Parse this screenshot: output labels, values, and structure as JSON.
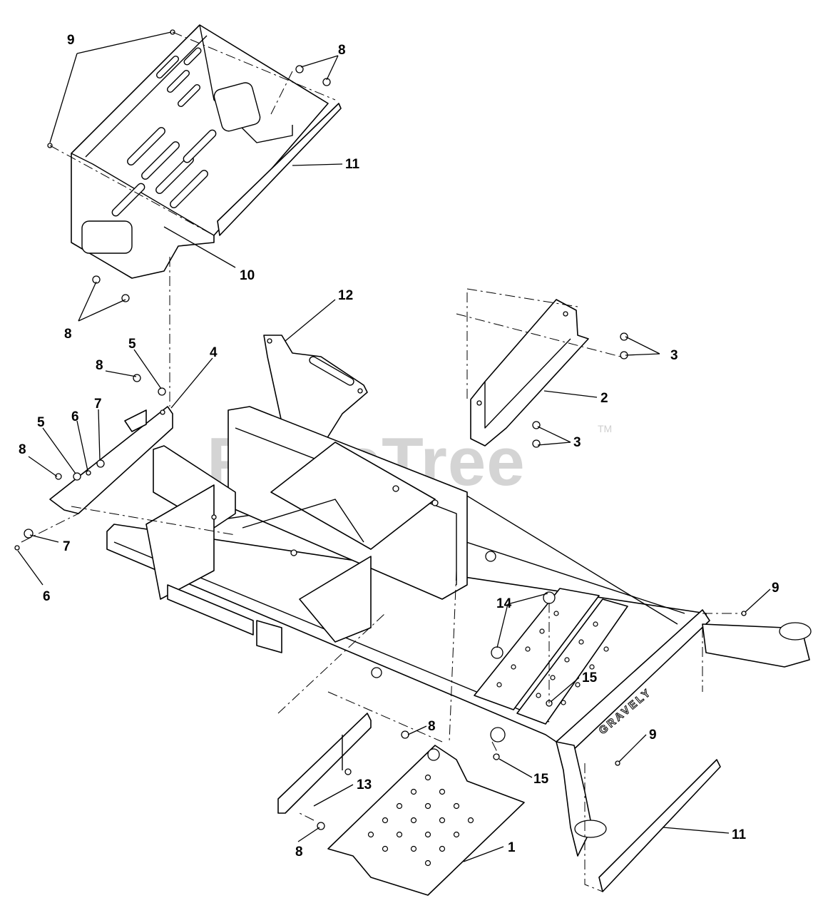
{
  "watermark": {
    "text": "PartsTree",
    "trademark": "TM"
  },
  "brand_marks": {
    "frame_front": "GRAVELY"
  },
  "callouts": [
    {
      "id": "c9a",
      "label": "9"
    },
    {
      "id": "c8a",
      "label": "8"
    },
    {
      "id": "c11a",
      "label": "11"
    },
    {
      "id": "c10",
      "label": "10"
    },
    {
      "id": "c8b",
      "label": "8"
    },
    {
      "id": "c12",
      "label": "12"
    },
    {
      "id": "c3a",
      "label": "3"
    },
    {
      "id": "c2",
      "label": "2"
    },
    {
      "id": "c3b",
      "label": "3"
    },
    {
      "id": "c5a",
      "label": "5"
    },
    {
      "id": "c4",
      "label": "4"
    },
    {
      "id": "c8c",
      "label": "8"
    },
    {
      "id": "c7a",
      "label": "7"
    },
    {
      "id": "c5b",
      "label": "5"
    },
    {
      "id": "c6a",
      "label": "6"
    },
    {
      "id": "c8d",
      "label": "8"
    },
    {
      "id": "c7b",
      "label": "7"
    },
    {
      "id": "c6b",
      "label": "6"
    },
    {
      "id": "c9b",
      "label": "9"
    },
    {
      "id": "c14",
      "label": "14"
    },
    {
      "id": "c15a",
      "label": "15"
    },
    {
      "id": "c8e",
      "label": "8"
    },
    {
      "id": "c15b",
      "label": "15"
    },
    {
      "id": "c9c",
      "label": "9"
    },
    {
      "id": "c13",
      "label": "13"
    },
    {
      "id": "c8f",
      "label": "8"
    },
    {
      "id": "c1",
      "label": "1"
    },
    {
      "id": "c11b",
      "label": "11"
    }
  ]
}
